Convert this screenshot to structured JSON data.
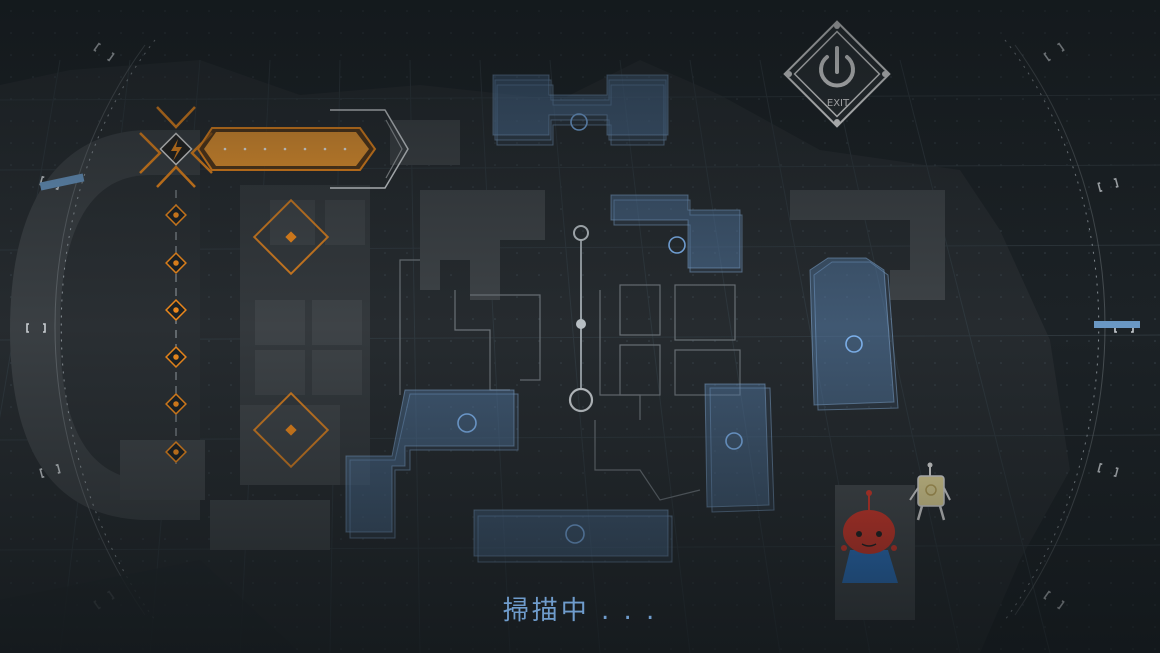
{
  "exit_button": {
    "label": "EXIT",
    "icon": "power-icon"
  },
  "status_text": "掃描中 . . .",
  "energy_meter": {
    "icon": "lightning-icon",
    "level": 1.0,
    "segments": 7
  },
  "level_track": {
    "nodes": 6
  },
  "scan_slider": {
    "icon": "scan-slider-icon"
  },
  "buildings": [
    {
      "name": "building-north"
    },
    {
      "name": "building-north-east"
    },
    {
      "name": "building-east"
    },
    {
      "name": "building-west"
    },
    {
      "name": "building-center-east"
    },
    {
      "name": "building-south"
    }
  ],
  "characters": [
    {
      "name": "red-robot-character",
      "icon": "red-robot-icon"
    },
    {
      "name": "yellow-robot-character",
      "icon": "yellow-robot-icon"
    }
  ],
  "colors": {
    "accent": "#f08a1c",
    "building": "#5b86b4",
    "status": "#6f9ccc",
    "background": "#1c2226"
  }
}
